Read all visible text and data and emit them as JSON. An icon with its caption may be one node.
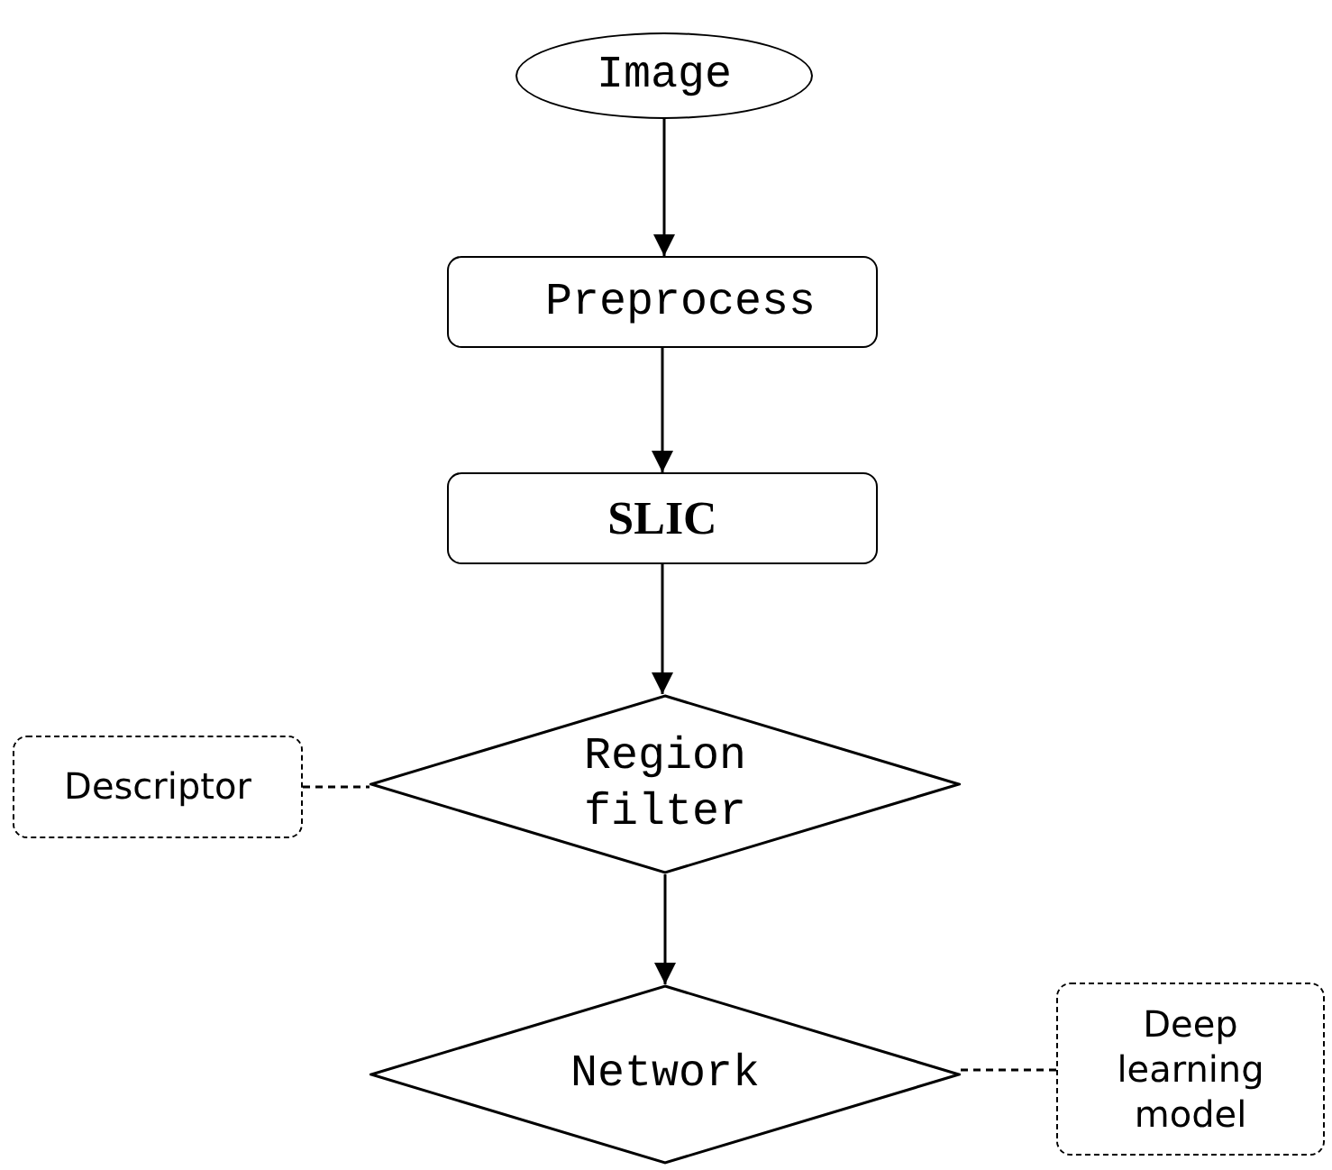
{
  "diagram": {
    "nodes": [
      {
        "text": [
          "Image"
        ]
      },
      {
        "text": [
          "Preprocess"
        ]
      },
      {
        "text": [
          "SLIC"
        ]
      },
      {
        "text": [
          "Region filter"
        ]
      },
      {
        "text": [
          "Network"
        ]
      },
      {
        "text": [
          "Descriptor"
        ]
      },
      {
        "text": [
          "Deep learning model"
        ]
      }
    ],
    "edges": [
      {
        "from": 0,
        "to": 1,
        "arrow": "to"
      },
      {
        "from": 1,
        "to": 2,
        "arrow": "to"
      },
      {
        "from": 2,
        "to": 3,
        "arrow": "to"
      },
      {
        "from": 3,
        "to": 4,
        "arrow": "to"
      },
      {
        "from": 5,
        "to": 3,
        "arrow": "none",
        "style": "dashed"
      },
      {
        "from": 4,
        "to": 6,
        "arrow": "none",
        "style": "dashed"
      }
    ]
  }
}
